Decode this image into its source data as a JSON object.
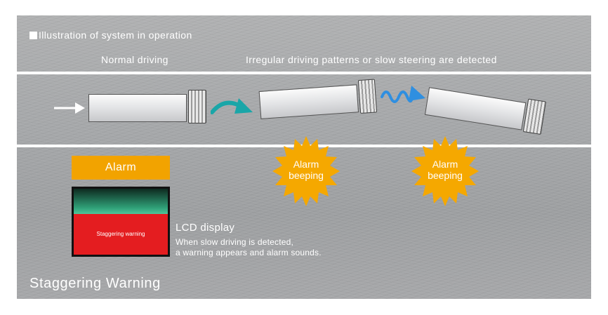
{
  "heading": "Illustration of system in operation",
  "labels": {
    "normal": "Normal driving",
    "irregular": "Irregular driving patterns or slow steering are detected"
  },
  "alarm_label": "Alarm",
  "lcd": {
    "screen_text": "Staggering warning",
    "title": "LCD display",
    "desc_line1": "When slow driving is detected,",
    "desc_line2": "a warning appears and alarm sounds."
  },
  "bursts": [
    {
      "line1": "Alarm",
      "line2": "beeping"
    },
    {
      "line1": "Alarm",
      "line2": "beeping"
    }
  ],
  "footer_title": "Staggering Warning",
  "colors": {
    "alarm_orange": "#f2a300",
    "burst_orange": "#f5a800",
    "lcd_red": "#e41d20",
    "lcd_green": "#2f9f77",
    "teal_arrow": "#1aa6a8",
    "blue_arrow": "#2f8fe0"
  },
  "icons": {
    "direction": "right-arrow-icon",
    "curve_arrow": "curved-arrow-icon",
    "zigzag_arrow": "zigzag-arrow-icon",
    "burst": "starburst-icon"
  }
}
